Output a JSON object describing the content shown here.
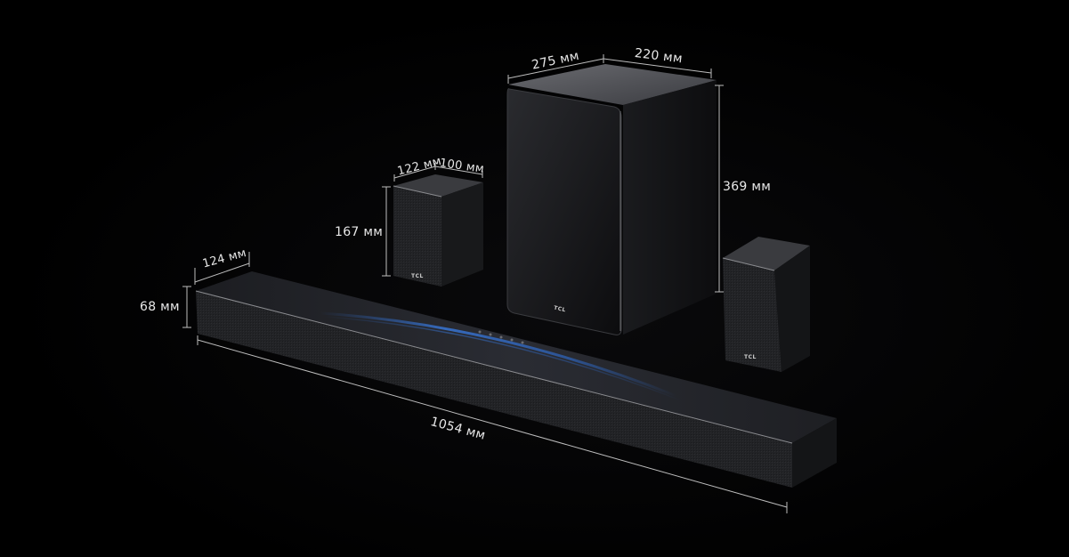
{
  "product": {
    "brand": "TCL",
    "components": {
      "subwoofer": {
        "depth": "275 мм",
        "width": "220 мм",
        "height": "369 мм",
        "logo": "TCL"
      },
      "rear_speaker_left": {
        "depth": "122 мм",
        "width": "100 мм",
        "height": "167 мм",
        "logo": "TCL"
      },
      "rear_speaker_right": {
        "logo": "TCL"
      },
      "soundbar": {
        "depth": "124 мм",
        "height": "68 мм",
        "length": "1054 мм"
      }
    }
  },
  "colors": {
    "background": "#000000",
    "label_text": "#e8e8e8",
    "dimension_line": "#bdbdbd",
    "soundbar_accent_glow": "#2f6fd6",
    "speaker_body": "#1e1f22"
  }
}
